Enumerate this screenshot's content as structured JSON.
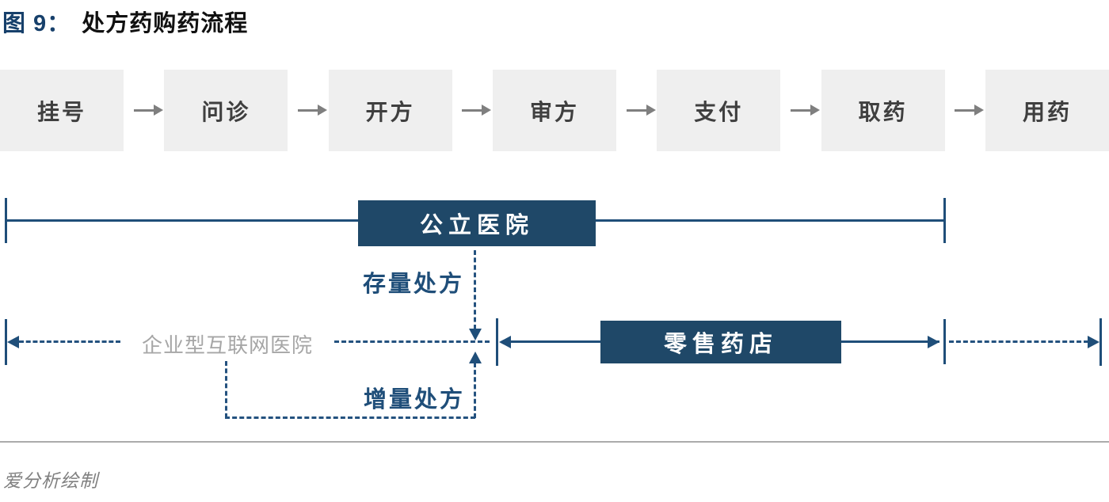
{
  "title": {
    "figure_label": "图 9：",
    "title_text": "处方药购药流程"
  },
  "steps": [
    "挂号",
    "问诊",
    "开方",
    "审方",
    "支付",
    "取药",
    "用药"
  ],
  "bands": {
    "public_hospital": "公立医院",
    "retail_pharmacy": "零售药店",
    "internet_hospital": "企业型互联网医院"
  },
  "connectors": {
    "stock_prescription": "存量处方",
    "incremental_prescription": "增量处方"
  },
  "footer": {
    "credit": "爱分析绘制"
  },
  "icons": {
    "step_arrow": "right-arrow",
    "band_end_left": "arrowhead-left",
    "band_end_right": "arrowhead-right",
    "stock_flow": "arrowhead-down",
    "incremental_flow": "arrowhead-up"
  },
  "colors": {
    "navy_line": "#1F4E79",
    "navy_bar": "#1F4868",
    "dashed_blue": "#24527F",
    "title_navy": "#17406B",
    "step_box_bg": "#EFEFEF",
    "step_text": "#3F3F3F",
    "step_arrow_gray": "#7F7F7F",
    "internet_hospital_text": "#A6A6A6",
    "divider_gray": "#ABABAB",
    "credit_gray": "#808080"
  }
}
